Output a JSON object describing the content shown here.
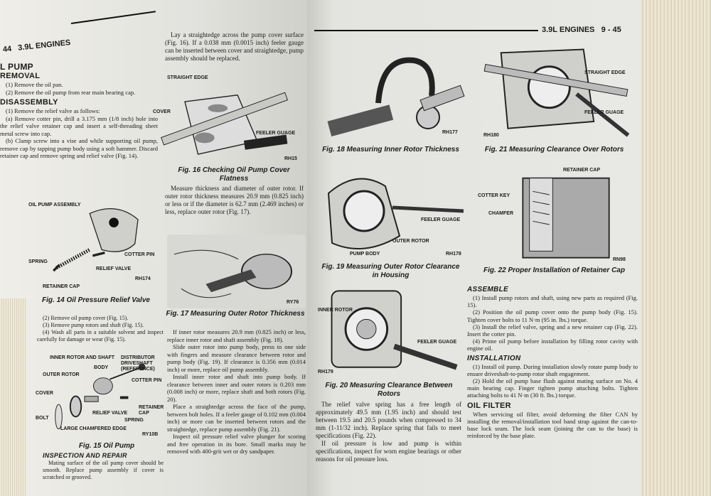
{
  "left_page": {
    "header": {
      "page_number": "44",
      "section": "3.9L ENGINES"
    },
    "section_title": "L PUMP",
    "removal": {
      "heading": "REMOVAL",
      "steps": [
        "(1) Remove the oil pan.",
        "(2) Remove the oil pump from rear main bearing cap."
      ]
    },
    "disassembly": {
      "heading": "DISASSEMBLY",
      "text": [
        "(1) Remove the relief valve as follows:",
        "(a) Remove cotter pin, drill a 3.175 mm (1/8 inch) hole into the relief valve retainer cap and insert a self-threading sheet metal screw into cap.",
        "(b) Clamp screw into a vise and while supporting oil pump, remove cap by tapping pump body using a soft hammer. Discard retainer cap and remove spring and relief valve (Fig. 14)."
      ]
    },
    "fig14": {
      "caption": "Fig. 14 Oil Pressure Relief Valve",
      "labels": [
        "OIL PUMP ASSEMBLY",
        "COTTER PIN",
        "SPRING",
        "RELIEF VALVE",
        "RETAINER CAP",
        "RH174"
      ]
    },
    "steps_after14": [
      "(2) Remove oil pump cover (Fig. 15).",
      "(3) Remove pump rotors and shaft (Fig. 15).",
      "(4) Wash all parts in a suitable solvent and inspect carefully for damage or wear (Fig. 15)."
    ],
    "fig15": {
      "caption": "Fig. 15 Oil Pump",
      "labels": [
        "INNER ROTOR AND SHAFT",
        "DISTRIBUTOR DRIVESHAFT (REFERENCE)",
        "BODY",
        "OUTER ROTOR",
        "COTTER PIN",
        "COVER",
        "RELIEF VALVE",
        "RETAINER CAP",
        "BOLT",
        "SPRING",
        "LARGE CHAMFERED EDGE",
        "RY10B"
      ]
    },
    "inspection": {
      "heading": "INSPECTION AND REPAIR",
      "text": "Mating surface of the oil pump cover should be smooth. Replace pump assembly if cover is scratched or grooved."
    },
    "col2_intro": "Lay a straightedge across the pump cover surface (Fig. 16). If a 0.038 mm (0.0015 inch) feeler gauge can be inserted between cover and straightedge, pump assembly should be replaced.",
    "fig16": {
      "caption": "Fig. 16 Checking Oil Pump Cover Flatness",
      "labels": [
        "STRAIGHT EDGE",
        "COVER",
        "FEELER GUAGE",
        "RH15"
      ]
    },
    "measure_text": "Measure thickness and diameter of outer rotor. If outer rotor thickness measures 20.9 mm (0.825 inch) or less or if the diameter is 62.7 mm (2.469 inches) or less, replace outer rotor (Fig. 17).",
    "fig17": {
      "caption": "Fig. 17 Measuring Outer Rotor Thickness",
      "labels": [
        "RY76"
      ]
    },
    "col2_rest": [
      "If inner rotor measures 20.9 mm (0.825 inch) or less, replace inner rotor and shaft assembly (Fig. 18).",
      "Slide outer rotor into pump body, press to one side with fingers and measure clearance between rotor and pump body (Fig. 19). If clearance is 0.356 mm (0.014 inch) or more, replace oil pump assembly.",
      "Install inner rotor and shaft into pump body. If clearance between inner and outer rotors is 0.203 mm (0.008 inch) or more, replace shaft and both rotors (Fig. 20).",
      "Place a straightedge across the face of the pump, between bolt holes. If a feeler gauge of 0.102 mm (0.004 inch) or more can be inserted between rotors and the straightedge, replace pump assembly (Fig. 21).",
      "Inspect oil pressure relief valve plunger for scoring and free operation in its bore. Small marks may be removed with 400-grit wet or dry sandpaper."
    ]
  },
  "right_page": {
    "header": {
      "section": "3.9L ENGINES",
      "page_number": "9 - 45"
    },
    "fig18": {
      "caption": "Fig. 18 Measuring Inner Rotor Thickness",
      "labels": [
        "RH177"
      ]
    },
    "fig19": {
      "caption": "Fig. 19 Measuring Outer Rotor Clearance in Housing",
      "labels": [
        "FEELER GUAGE",
        "OUTER ROTOR",
        "PUMP BODY",
        "RH178"
      ]
    },
    "fig20": {
      "caption": "Fig. 20 Measuring Clearance Between Rotors",
      "labels": [
        "INNER ROTOR",
        "FEELER GUAGE",
        "RH179"
      ]
    },
    "col1_text": [
      "The relief valve spring has a free length of approximately 49.5 mm (1.95 inch) and should test between 19.5 and 20.5 pounds when compressed to 34 mm (1-11/32 inch). Replace spring that fails to meet specifications (Fig. 22).",
      "If oil pressure is low and pump is within specifications, inspect for worn engine bearings or other reasons for oil pressure loss."
    ],
    "fig21": {
      "caption": "Fig. 21 Measuring Clearance Over Rotors",
      "labels": [
        "STRAIGHT EDGE",
        "FEELER GUAGE",
        "RH180"
      ]
    },
    "fig22": {
      "caption": "Fig. 22 Proper Installation of Retainer Cap",
      "labels": [
        "RETAINER CAP",
        "COTTER KEY",
        "CHAMFER",
        "RN98"
      ]
    },
    "assemble": {
      "heading": "ASSEMBLE",
      "text": [
        "(1) Install pump rotors and shaft, using new parts as required (Fig. 15).",
        "(2) Position the oil pump cover onto the pump body (Fig. 15). Tighten cover bolts to 11 N·m (95 in. lbs.) torque.",
        "(3) Install the relief valve, spring and a new retainer cap (Fig. 22). Insert the cotter pin.",
        "(4) Prime oil pump before installation by filling rotor cavity with engine oil."
      ]
    },
    "installation": {
      "heading": "INSTALLATION",
      "text": [
        "(1) Install oil pump. During installation slowly rotate pump body to ensure driveshaft-to-pump rotor shaft engagement.",
        "(2) Hold the oil pump base flush against mating surface on No. 4 main bearing cap. Finger tighten pump attaching bolts. Tighten attaching bolts to 41 N·m (30 ft. lbs.) torque."
      ]
    },
    "oil_filter": {
      "heading": "OIL FILTER",
      "text": "When servicing oil filter, avoid deforming the filter CAN by installing the removal/installation tool band strap against the can-to-base lock seam. The lock seam (joining the can to the base) is reinforced by the base plate."
    }
  }
}
